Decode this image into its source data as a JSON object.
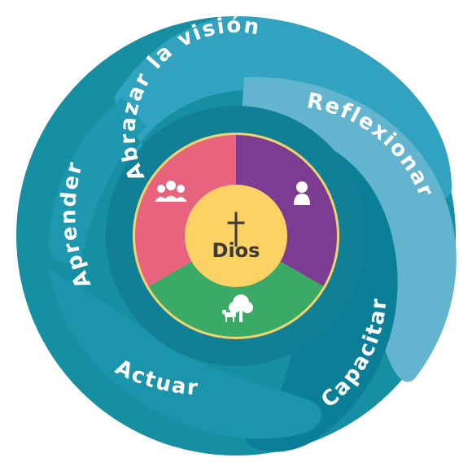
{
  "labels": {
    "abrazar": "Abrazar la visión",
    "reflexionar": "Reflexionar",
    "capacitar": "Capacitar",
    "actuar": "Actuar",
    "aprender": "Aprender",
    "center": "Dios"
  },
  "icons": {
    "center": "cross-icon",
    "pink": "people-group-icon",
    "purple": "person-icon",
    "green": "tree-and-animal-icon"
  },
  "colors": {
    "outer_ring": "#168fa3",
    "band_abrazar": "#31a3c0",
    "band_reflexionar": "#63b4cf",
    "band_capacitar": "#0c7f98",
    "band_actuar": "#1a95ac",
    "inner_disk": "#117f96",
    "segment_pink": "#e8637e",
    "segment_purple": "#7c3c91",
    "segment_green": "#3aaa66",
    "center": "#fdd265",
    "rim": "#f2d46a"
  }
}
